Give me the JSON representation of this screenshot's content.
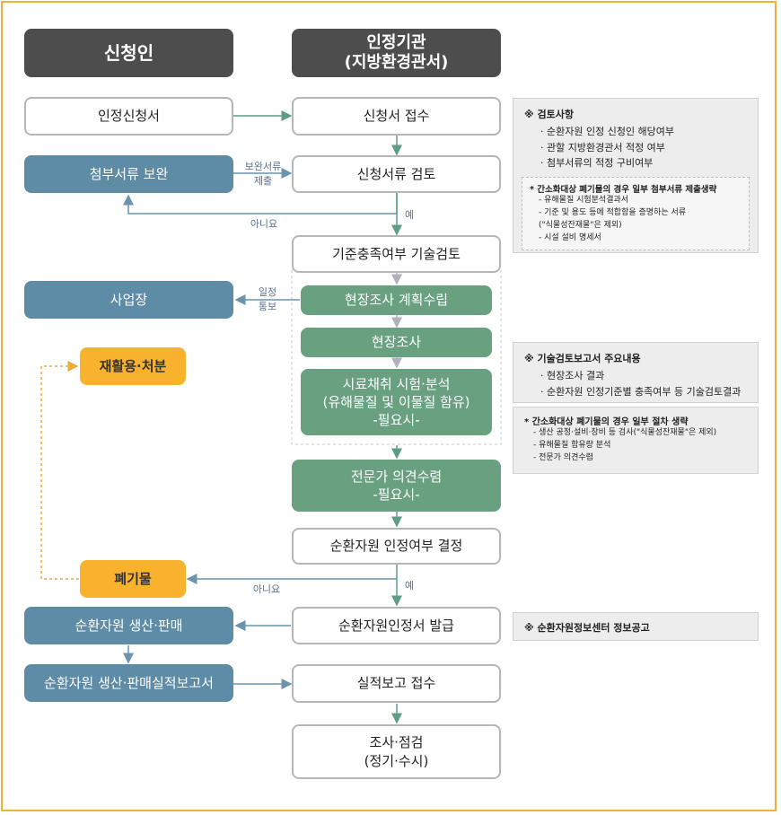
{
  "headers": {
    "applicant": "신청인",
    "agency": "인정기관\n(지방환경관서)"
  },
  "applicant_boxes": {
    "application": "인정신청서",
    "supplement": "첨부서류 보완",
    "site": "사업장",
    "recycle": "재활용·처분",
    "waste": "폐기물",
    "production": "순환자원 생산·판매",
    "report": "순환자원 생산·판매실적보고서"
  },
  "agency_boxes": {
    "receipt": "신청서 접수",
    "review": "신청서류 검토",
    "tech_review": "기준충족여부 기술검토",
    "plan": "현장조사 계획수립",
    "survey": "현장조사",
    "sampling": "시료채취 시험·분석\n(유해물질 및 이물질 함유)\n-필요시-",
    "expert": "전문가 의견수렴\n-필요시-",
    "decision": "순환자원 인정여부 결정",
    "issue": "순환자원인정서 발급",
    "report_receipt": "실적보고 접수",
    "inspection": "조사·점검\n(정기·수시)"
  },
  "labels": {
    "supplement_submit": "보완서류\n제출",
    "no1": "아니요",
    "yes1": "예",
    "schedule_notice": "일정\n통보",
    "no2": "아니요",
    "yes2": "예"
  },
  "notes": {
    "review": {
      "title": "※ 검토사항",
      "items": [
        "· 순환자원 인정 신청인 해당여부",
        "· 관할 지방환경관서 적정 여부",
        "· 첨부서류의 적정 구비여부"
      ],
      "sub_title": "* 간소화대상 폐기물의 경우 일부 첨부서류 제출생략",
      "sub_items": [
        "- 유해물질 시험분석결과서",
        "- 기준 및 용도 등에 적합함을 증명하는 서류\n(\"식물성잔재물\"은 제외)",
        "- 시설 설비 명세서"
      ]
    },
    "tech": {
      "title": "※ 기술검토보고서 주요내용",
      "items": [
        "· 현장조사 결과",
        "· 순환자원 인정기준별 충족여부 등 기술검토결과"
      ]
    },
    "simplify": {
      "title": "* 간소화대상 폐기물의 경우 일부 절차 생략",
      "items": [
        "- 생산 공정·설비·장비 등 검사(\"식물성잔재물\"은 제외)",
        "- 유해물질 함유량 분석",
        "- 전문가 의견수렴"
      ]
    },
    "info": {
      "title": "※ 순환자원정보센터 정보공고"
    }
  },
  "colors": {
    "frame": "#f2b23a",
    "header": "#4d4d4d",
    "blue": "#5e8ba6",
    "green": "#68a080",
    "orange": "#f8b22e",
    "arrow": "#5f9c84",
    "gray_arrow": "#b8b8c4"
  }
}
